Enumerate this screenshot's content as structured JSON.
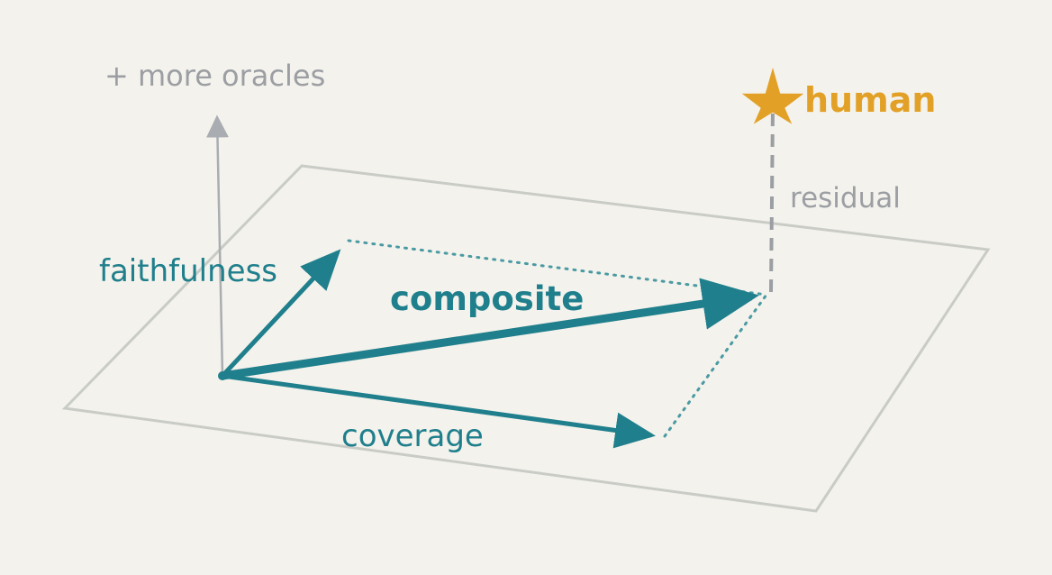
{
  "labels": {
    "more_oracles": "+ more oracles",
    "faithfulness": "faithfulness",
    "composite": "composite",
    "coverage": "coverage",
    "residual": "residual",
    "human": "human"
  },
  "colors": {
    "background": "#f4f2ec",
    "plane": "#c9ccc6",
    "teal": "#1f7f8c",
    "teal_dotted": "#4a9aa3",
    "gray_text": "#9b9ea3",
    "gray_axis": "#a9adb2",
    "human_gold": "#e2a126"
  }
}
